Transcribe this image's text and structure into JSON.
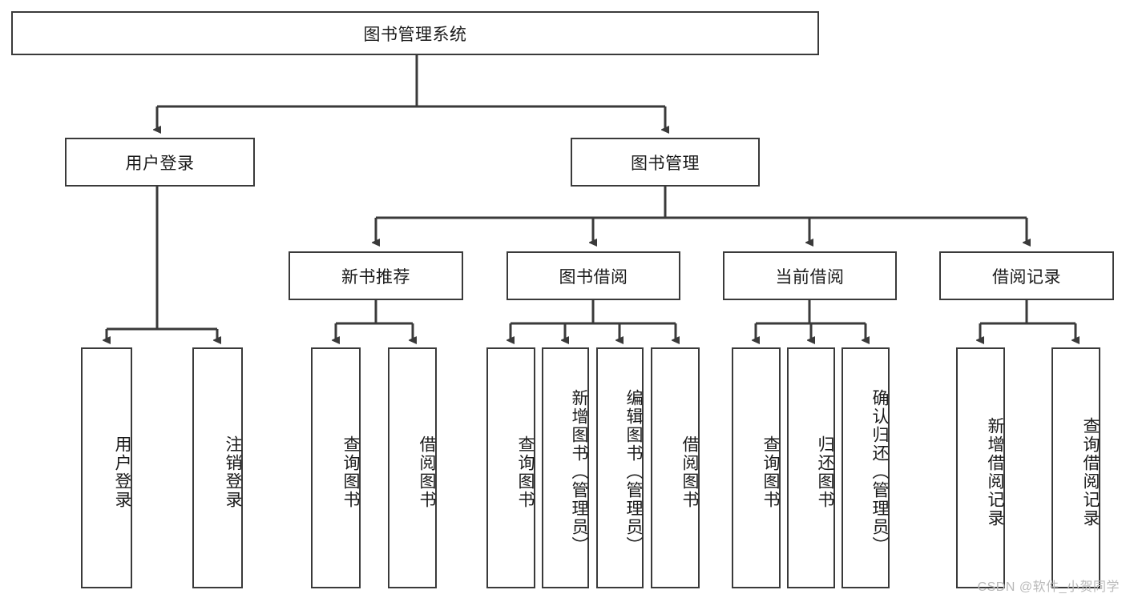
{
  "diagram": {
    "title": "图书管理系统",
    "type": "tree",
    "watermark": "CSDN @软件_小贺同学",
    "colors": {
      "box_border": "#3a3a3a",
      "box_fill": "#ffffff",
      "edge": "#3a3a3a",
      "text": "#1a1a1a",
      "watermark": "#b9b9b9"
    },
    "root": {
      "label": "图书管理系统"
    },
    "level2": [
      {
        "label": "用户登录"
      },
      {
        "label": "图书管理"
      }
    ],
    "level3": [
      {
        "label": "新书推荐"
      },
      {
        "label": "图书借阅"
      },
      {
        "label": "当前借阅"
      },
      {
        "label": "借阅记录"
      }
    ],
    "leaves": {
      "user_login": [
        {
          "label": "用户登录"
        },
        {
          "label": "注销登录"
        }
      ],
      "new_book": [
        {
          "label": "查询图书"
        },
        {
          "label": "借阅图书"
        }
      ],
      "book_borrow": [
        {
          "label": "查询图书"
        },
        {
          "label": "新增图书（管理员）"
        },
        {
          "label": "编辑图书（管理员）"
        },
        {
          "label": "借阅图书"
        }
      ],
      "current_borrow": [
        {
          "label": "查询图书"
        },
        {
          "label": "归还图书"
        },
        {
          "label": "确认归还（管理员）"
        }
      ],
      "borrow_record": [
        {
          "label": "新增借阅记录"
        },
        {
          "label": "查询借阅记录"
        }
      ]
    }
  }
}
